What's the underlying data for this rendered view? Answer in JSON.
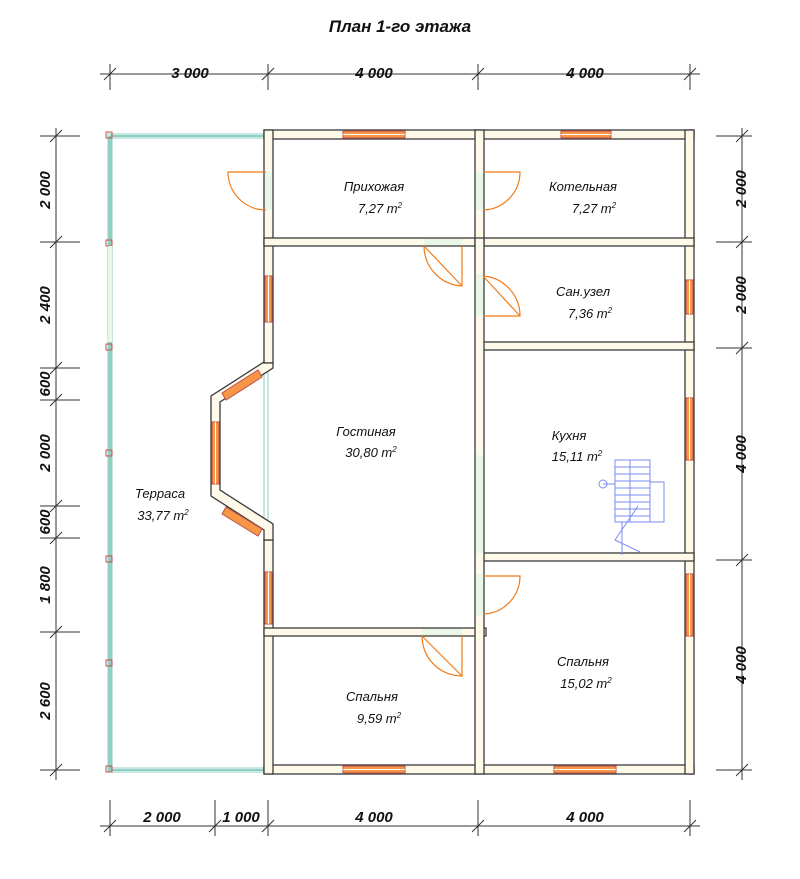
{
  "title": "План 1-го этажа",
  "rooms": [
    {
      "name": "Прихожая",
      "area": "7,27 m"
    },
    {
      "name": "Котельная",
      "area": "7,27 m"
    },
    {
      "name": "Сан.узел",
      "area": "7,36 m"
    },
    {
      "name": "Гостиная",
      "area": "30,80 m"
    },
    {
      "name": "Кухня",
      "area": "15,11 m"
    },
    {
      "name": "Терраса",
      "area": "33,77 m"
    },
    {
      "name": "Спальня",
      "area": "9,59 m"
    },
    {
      "name": "Спальня",
      "area": "15,02 m"
    }
  ],
  "area_unit_sup": "2",
  "dimensions": {
    "top": [
      "3 000",
      "4 000",
      "4 000"
    ],
    "bottom": [
      "2 000",
      "1 000",
      "4 000",
      "4 000"
    ],
    "left": [
      "2 000",
      "2 400",
      "600",
      "2 000",
      "600",
      "1 800",
      "2 600"
    ],
    "right": [
      "2 000",
      "2 000",
      "4 000",
      "4 000"
    ]
  },
  "colors": {
    "window": "#f79646",
    "door": "#f07b18",
    "terrace": "#8fcfc4",
    "stair": "#7a8cf0",
    "wall_fill": "#fff9e9"
  }
}
